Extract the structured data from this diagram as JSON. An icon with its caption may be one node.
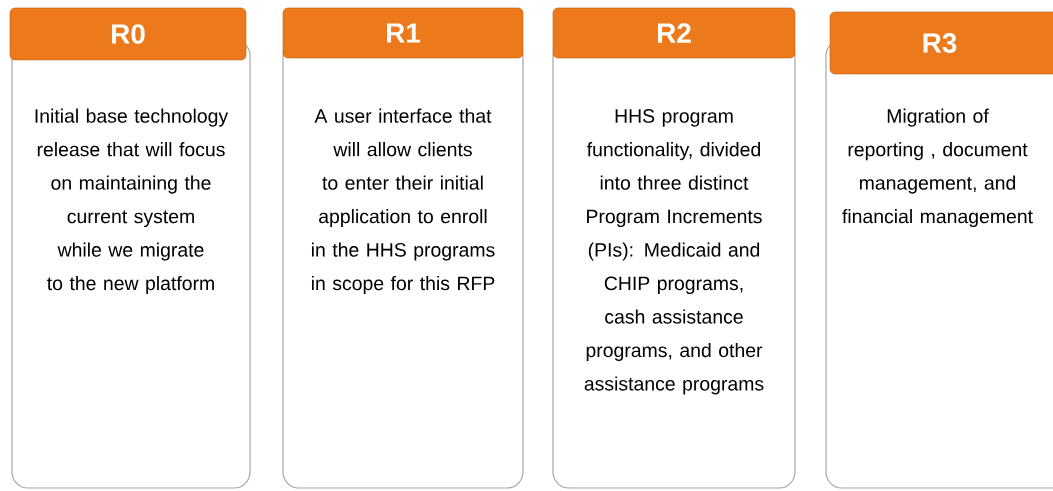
{
  "diagram": {
    "nodes": [
      {
        "text": [
          "R0",
          "Initial base technology release that will focus on maintaining the current system while we migrate to the new platform"
        ]
      },
      {
        "text": [
          "R1",
          "A user interface that will allow clients to enter their initial application to enroll in the HHS programs in scope for this RFP"
        ]
      },
      {
        "text": [
          "R2",
          "HHS program functionality, divided into three distinct Program Increments (PIs): Medicaid and CHIP programs, cash assistance programs, and other assistance programs"
        ]
      },
      {
        "text": [
          "R3",
          "Migration of reporting , document management, and financial management"
        ]
      }
    ]
  }
}
